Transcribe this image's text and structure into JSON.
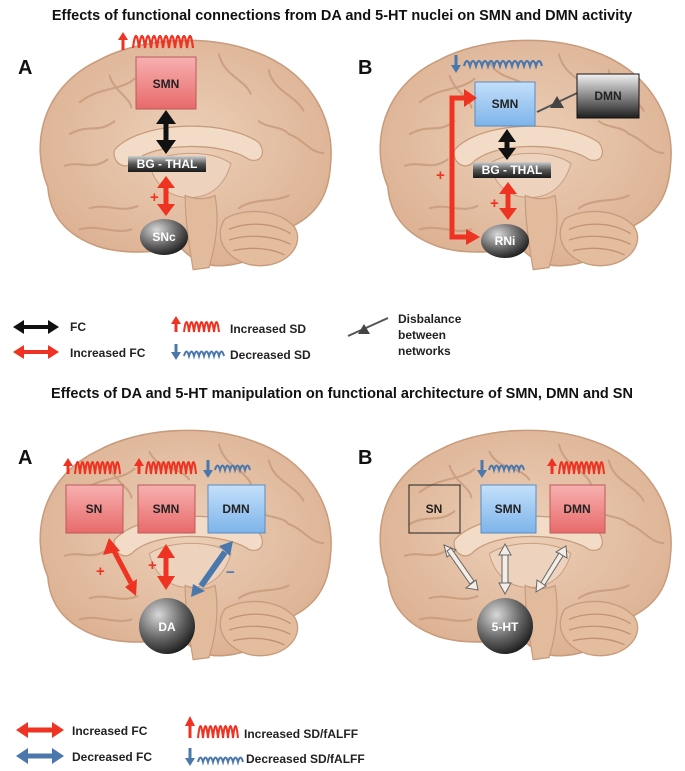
{
  "titles": {
    "top": "Effects of functional connections from DA and 5-HT nuclei on SMN and DMN activity",
    "bottom": "Effects of DA and 5-HT manipulation on functional architecture of SMN, DMN and SN"
  },
  "top_panel_a": {
    "label": "A",
    "smn": "SMN",
    "bg_thal": "BG - THAL",
    "nucleus": "SNc",
    "plus": "+"
  },
  "top_panel_b": {
    "label": "B",
    "smn": "SMN",
    "dmn": "DMN",
    "bg_thal": "BG - THAL",
    "nucleus": "RNi",
    "plus_left": "+",
    "plus_inner": "+"
  },
  "legend_top": {
    "fc": "FC",
    "increased_fc": "Increased FC",
    "increased_sd": "Increased SD",
    "decreased_sd": "Decreased SD",
    "disbalance": [
      "Disbalance",
      "between",
      "networks"
    ]
  },
  "bottom_panel_a": {
    "label": "A",
    "sn": "SN",
    "smn": "SMN",
    "dmn": "DMN",
    "nucleus": "DA",
    "plus1": "+",
    "plus2": "+",
    "minus": "−"
  },
  "bottom_panel_b": {
    "label": "B",
    "sn": "SN",
    "smn": "SMN",
    "dmn": "DMN",
    "nucleus": "5-HT"
  },
  "legend_bottom": {
    "increased_fc": "Increased FC",
    "decreased_fc": "Decreased FC",
    "increased": "Increased SD/fALFF",
    "decreased": "Decreased SD/fALFF"
  },
  "colors": {
    "brain": "#e6c3a6",
    "brain_dark": "#c79b7b",
    "red_box": "#f08c8c",
    "blue_box": "#9fcaf2",
    "red_arrow": "#ee3322",
    "blue_arrow": "#4a78ad",
    "black": "#111111"
  }
}
